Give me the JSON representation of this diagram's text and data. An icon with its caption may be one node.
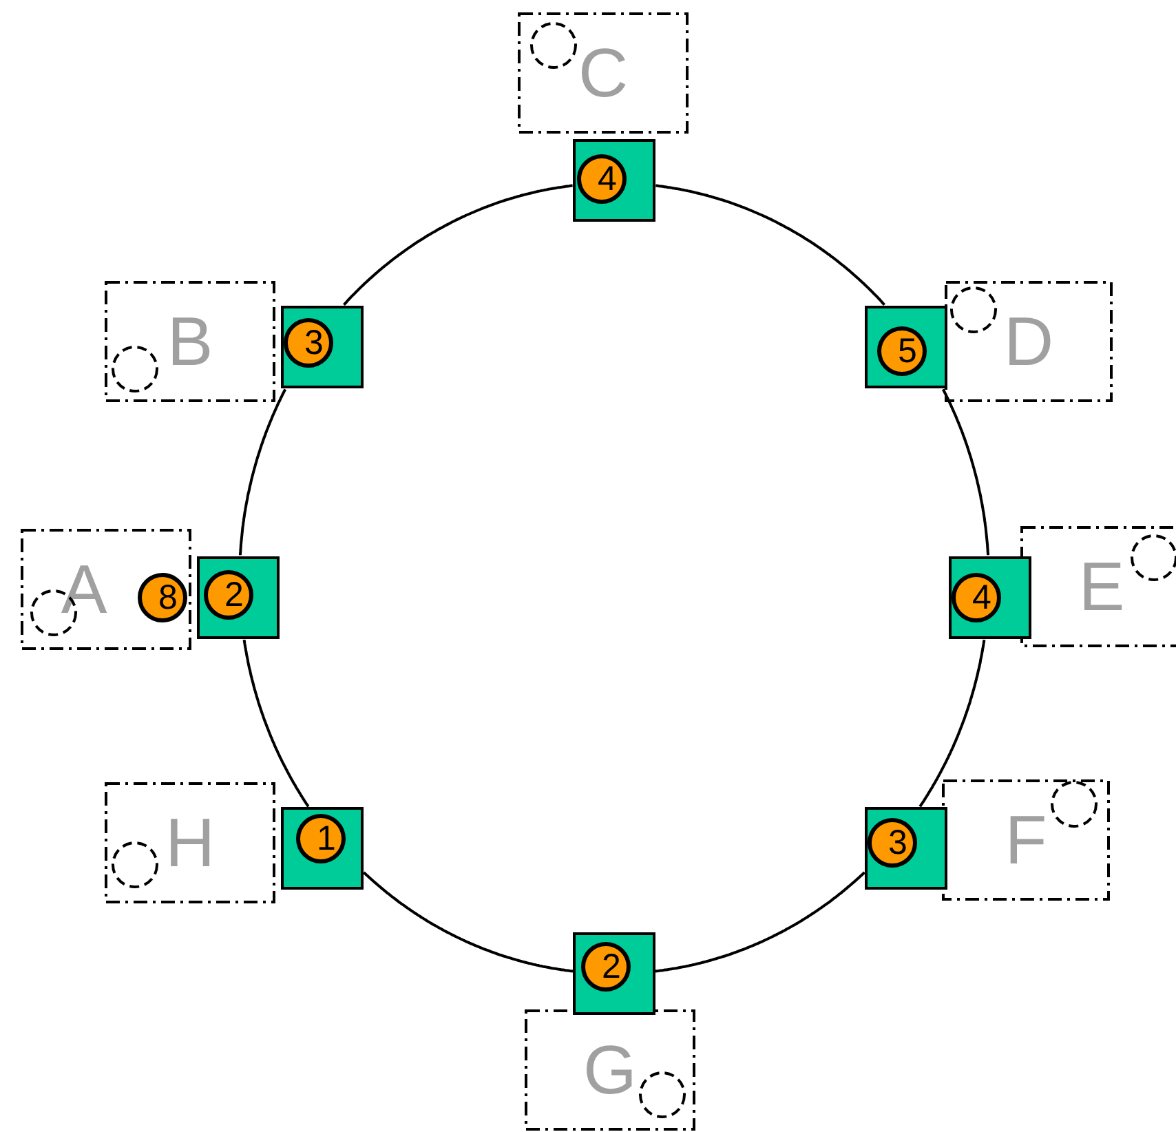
{
  "diagram": {
    "nodes": [
      {
        "text": [
          "C"
        ]
      },
      {
        "text": [],
        "shape": "circle",
        "in": 0
      },
      {
        "text": [],
        "shape": "box"
      },
      {
        "text": [
          "4"
        ],
        "in": 2
      },
      {
        "text": [
          "B"
        ]
      },
      {
        "text": [],
        "shape": "circle",
        "in": 4
      },
      {
        "text": [],
        "shape": "box"
      },
      {
        "text": [
          "3"
        ],
        "in": 6
      },
      {
        "text": [],
        "shape": "box"
      },
      {
        "text": [
          "5"
        ],
        "in": 8
      },
      {
        "text": [
          "D"
        ]
      },
      {
        "text": [],
        "shape": "circle",
        "in": 10
      },
      {
        "text": [
          "A"
        ]
      },
      {
        "text": [],
        "shape": "circle",
        "in": 12
      },
      {
        "text": [
          "8"
        ],
        "in": 12
      },
      {
        "text": [],
        "shape": "box"
      },
      {
        "text": [
          "2"
        ],
        "in": 15
      },
      {
        "text": [],
        "shape": "box"
      },
      {
        "text": [
          "4"
        ],
        "in": 17
      },
      {
        "text": [
          "E"
        ]
      },
      {
        "text": [],
        "shape": "circle",
        "in": 19
      },
      {
        "text": [
          "H"
        ]
      },
      {
        "text": [],
        "shape": "circle",
        "in": 21
      },
      {
        "text": [],
        "shape": "box"
      },
      {
        "text": [
          "1"
        ],
        "in": 23
      },
      {
        "text": [],
        "shape": "box"
      },
      {
        "text": [
          "3"
        ],
        "in": 25
      },
      {
        "text": [
          "F"
        ]
      },
      {
        "text": [],
        "shape": "circle",
        "in": 27
      },
      {
        "text": [],
        "shape": "box"
      },
      {
        "text": [
          "2"
        ],
        "in": 29
      },
      {
        "text": [
          "G"
        ]
      },
      {
        "text": [],
        "shape": "circle",
        "in": 31
      }
    ],
    "edges": [
      {
        "from": 2,
        "to": 8,
        "arrow": "none"
      },
      {
        "from": 8,
        "to": 17,
        "arrow": "none"
      },
      {
        "from": 17,
        "to": 25,
        "arrow": "none"
      },
      {
        "from": 25,
        "to": 29,
        "arrow": "none"
      },
      {
        "from": 29,
        "to": 23,
        "arrow": "none"
      },
      {
        "from": 23,
        "to": 15,
        "arrow": "none"
      },
      {
        "from": 15,
        "to": 6,
        "arrow": "none"
      },
      {
        "from": 6,
        "to": 2,
        "arrow": "none"
      }
    ]
  }
}
